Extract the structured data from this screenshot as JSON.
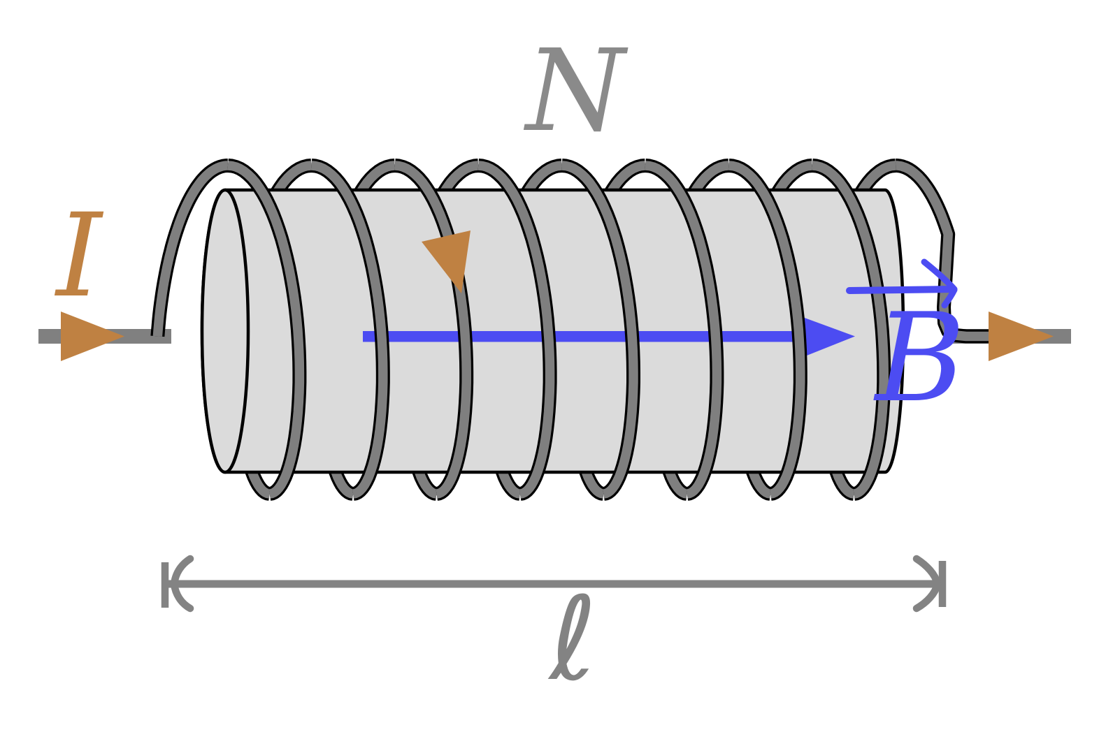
{
  "labels": {
    "turn_count": "N",
    "current": "I",
    "magnetic_field": "B",
    "length": "ℓ"
  },
  "colors": {
    "background": "#ffffff",
    "cylinder_fill": "#dbdbdb",
    "outline_black": "#000000",
    "wire_gray": "#7f7f7f",
    "lead_gray": "#808080",
    "current_orange": "#bf8142",
    "field_blue": "#4c4cf2",
    "label_gray": "#8a8a8a",
    "dim_gray": "#838383"
  },
  "diagram": {
    "type": "solenoid",
    "turns_visible": 9,
    "field_arrow_direction": "right",
    "current_flow": "left-to-right"
  }
}
